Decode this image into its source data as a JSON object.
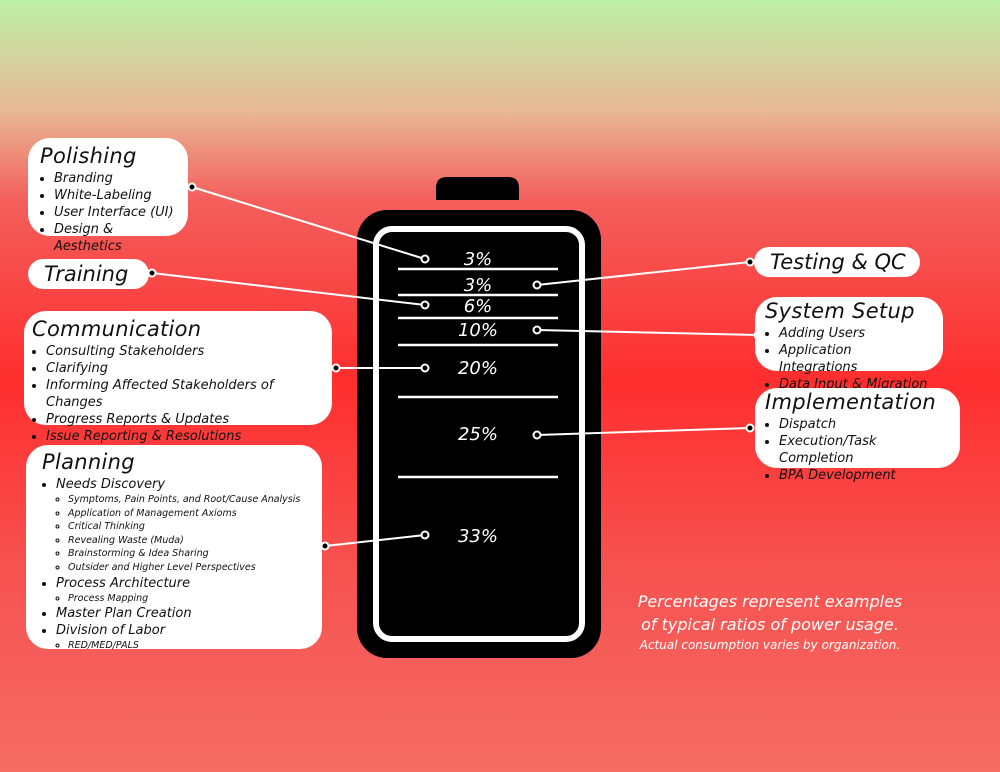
{
  "boxes": {
    "polishing": {
      "title": "Polishing",
      "items": [
        "Branding",
        "White-Labeling",
        "User Interface (UI)",
        "Design & Aesthetics"
      ]
    },
    "training": {
      "title": "Training"
    },
    "communication": {
      "title": "Communication",
      "items": [
        "Consulting Stakeholders",
        "Clarifying",
        "Informing Affected Stakeholders of Changes",
        "Progress Reports & Updates",
        "Issue Reporting & Resolutions"
      ]
    },
    "planning": {
      "title": "Planning",
      "needs": {
        "label": "Needs Discovery",
        "sub": [
          "Symptoms, Pain Points, and Root/Cause Analysis",
          "Application of Management Axioms",
          "Critical Thinking",
          "Revealing Waste (Muda)",
          "Brainstorming & Idea Sharing",
          "Outsider and Higher Level Perspectives"
        ]
      },
      "architecture": {
        "label": "Process Architecture",
        "sub": [
          "Process Mapping"
        ]
      },
      "master": "Master Plan Creation",
      "division": {
        "label": "Division of Labor",
        "sub": [
          "RED/MED/PALS"
        ]
      }
    },
    "testing": {
      "title": "Testing & QC"
    },
    "system": {
      "title": "System Setup",
      "items": [
        "Adding Users",
        "Application Integrations",
        "Data Input & Migration"
      ]
    },
    "implementation": {
      "title": "Implementation",
      "items": [
        "Dispatch",
        "Execution/Task Completion",
        "BPA Development"
      ]
    }
  },
  "battery": {
    "segments": [
      {
        "label": "3%",
        "value": 3
      },
      {
        "label": "3%",
        "value": 3
      },
      {
        "label": "6%",
        "value": 6
      },
      {
        "label": "10%",
        "value": 10
      },
      {
        "label": "20%",
        "value": 20
      },
      {
        "label": "25%",
        "value": 25
      },
      {
        "label": "33%",
        "value": 33
      }
    ]
  },
  "note": {
    "line1": "Percentages represent examples",
    "line2": "of typical ratios of power usage.",
    "line3": "Actual consumption varies by organization."
  },
  "colors": {
    "battery": "#000000",
    "divider": "#ffffff",
    "box": "#ffffff"
  }
}
